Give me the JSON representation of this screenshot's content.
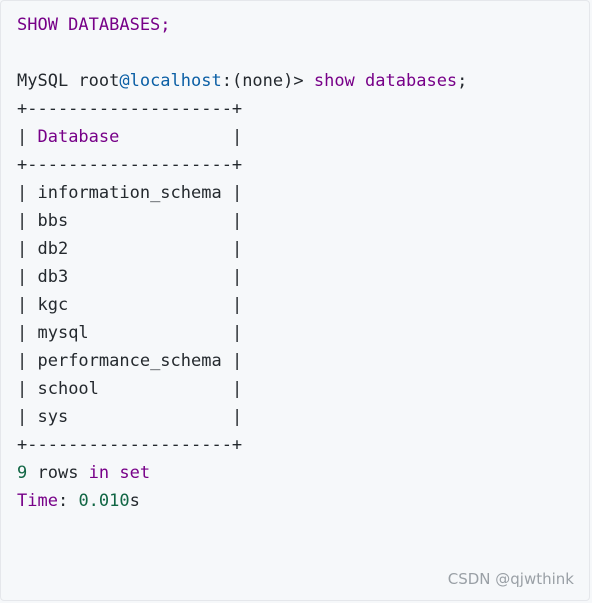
{
  "code": {
    "statement": "SHOW DATABASES;",
    "prompt": {
      "user": "MySQL root",
      "host": "@localhost",
      "suffix": ":(none)> ",
      "command_kw1": "show",
      "command_kw2": "databases",
      "command_end": ";"
    },
    "table": {
      "border": "+--------------------+",
      "header": "Database",
      "rows": [
        "information_schema",
        "bbs",
        "db2",
        "db3",
        "kgc",
        "mysql",
        "performance_schema",
        "school",
        "sys"
      ]
    },
    "summary": {
      "count": "9",
      "rows_word": " rows ",
      "in_word": "in",
      "set_word": " set",
      "time_label": "Time",
      "time_value": " 0.010",
      "time_unit": "s"
    }
  },
  "watermark": "CSDN @qjwthink",
  "colors": {
    "keyword": "#770088",
    "host": "#0b5fa5",
    "number": "#116644",
    "background": "#f6f8fa"
  }
}
